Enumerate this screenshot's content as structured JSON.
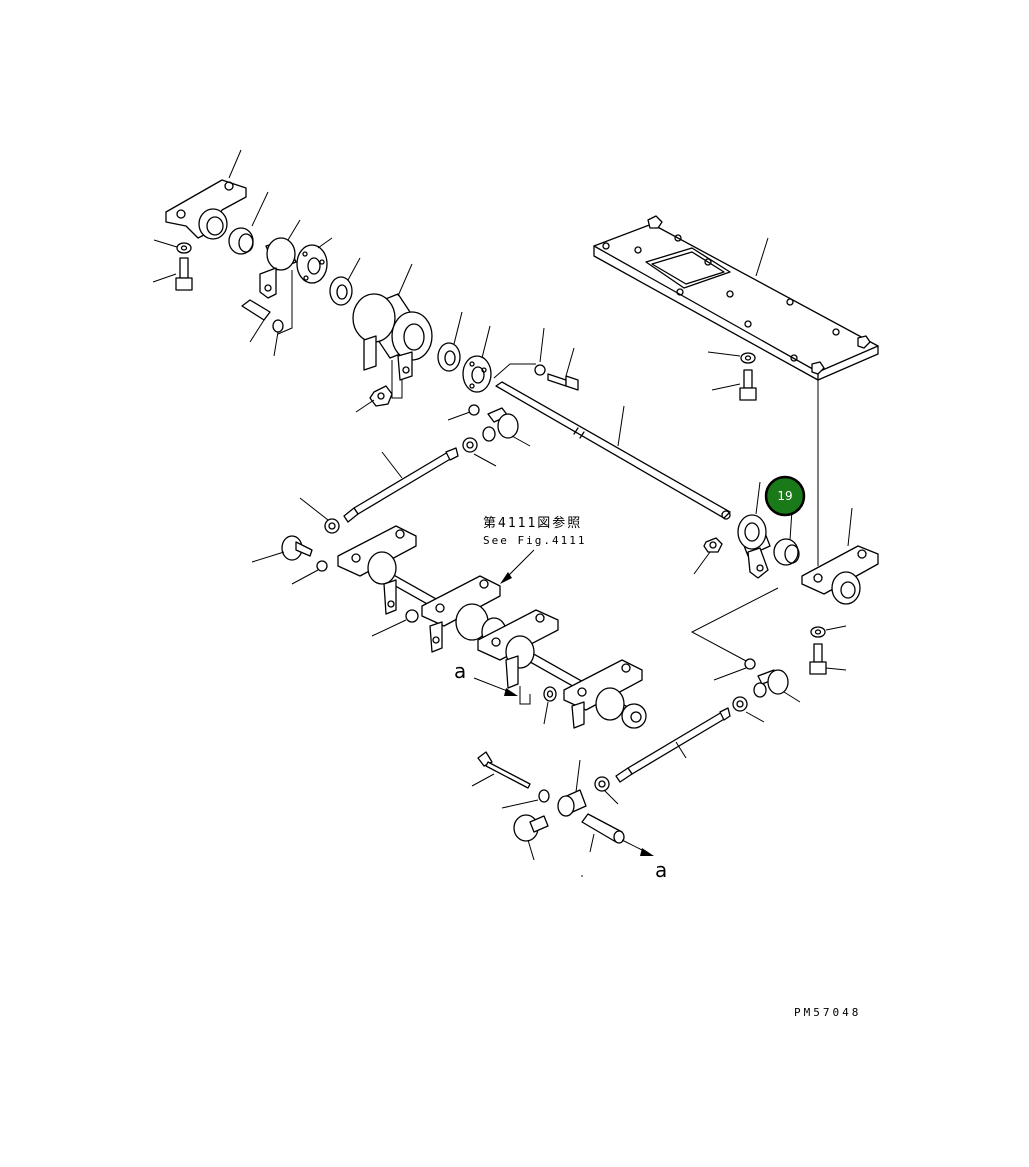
{
  "figure": {
    "code": "PM57048"
  },
  "reference": {
    "jp": "第4111図参照",
    "en": "See Fig.4111"
  },
  "markers": {
    "a_left": "a",
    "a_right": "a"
  },
  "callout": {
    "number": "19",
    "color": "#1a7a1a"
  }
}
